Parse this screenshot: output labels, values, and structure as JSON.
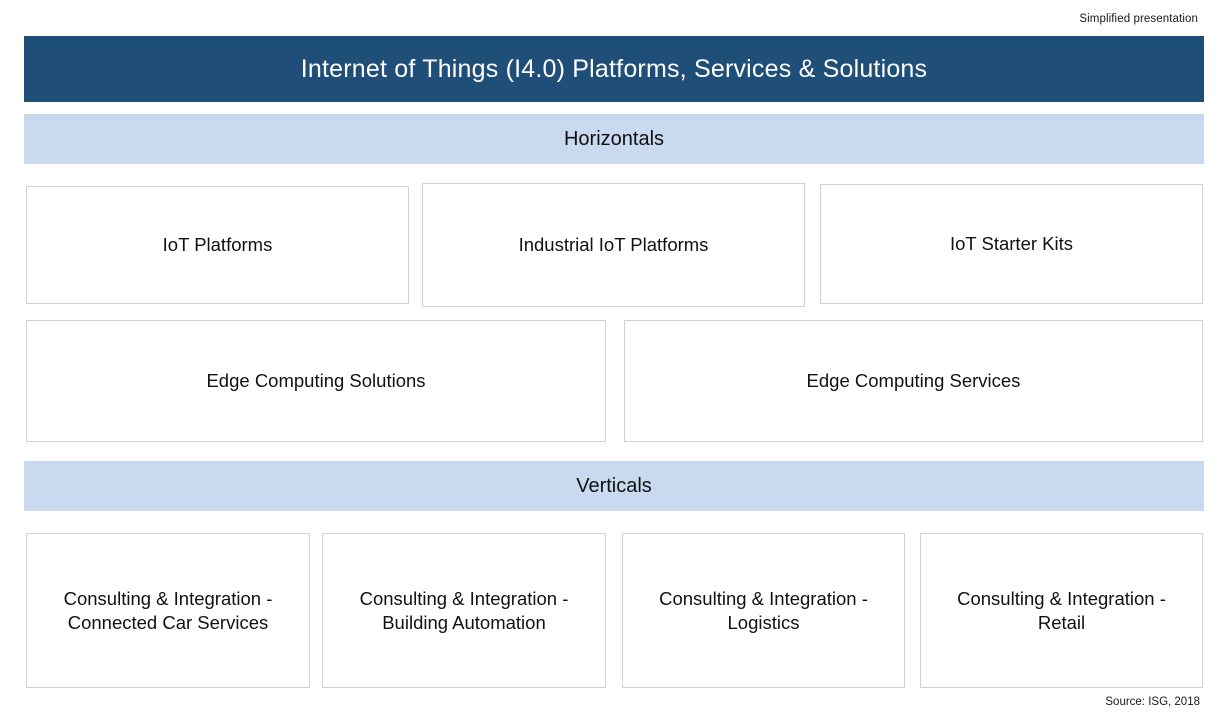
{
  "slide": {
    "top_note": "Simplified presentation",
    "title": "Internet of Things (I4.0) Platforms, Services & Solutions",
    "source_note": "Source: ISG, 2018",
    "colors": {
      "title_bar": "#1F4E79",
      "band": "#C9D9EF",
      "card_border": "#d2d2d2",
      "card_background": "#ffffff",
      "title_text": "#ffffff",
      "body_text": "#111111"
    }
  },
  "sections": [
    {
      "band_label": "Horizontals",
      "rows": [
        {
          "cards": [
            {
              "label": "IoT Platforms"
            },
            {
              "label": "Industrial IoT Platforms"
            },
            {
              "label": "IoT Starter Kits"
            }
          ]
        },
        {
          "cards": [
            {
              "label": "Edge Computing Solutions"
            },
            {
              "label": "Edge Computing Services"
            }
          ]
        }
      ]
    },
    {
      "band_label": "Verticals",
      "rows": [
        {
          "cards": [
            {
              "label": "Consulting & Integration -\nConnected Car Services"
            },
            {
              "label": "Consulting & Integration -\nBuilding Automation"
            },
            {
              "label": "Consulting & Integration -\nLogistics"
            },
            {
              "label": "Consulting & Integration -\nRetail"
            }
          ]
        }
      ]
    }
  ]
}
